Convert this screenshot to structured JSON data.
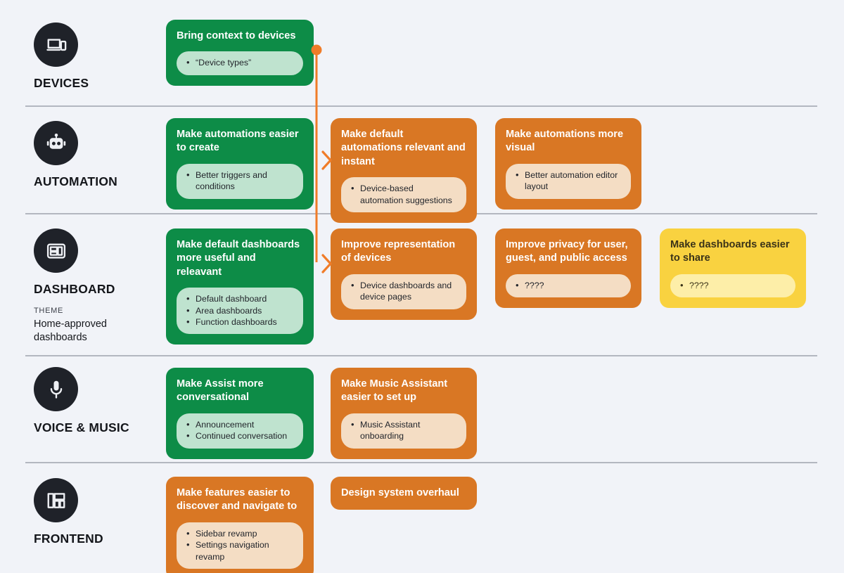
{
  "meta": {
    "background_color": "#f1f3f8",
    "divider_color": "#b3b7c0",
    "colors": {
      "green": "#0d8c47",
      "green_pill": "#bfe3cf",
      "orange": "#d97724",
      "orange_pill": "#f4ddc4",
      "yellow": "#f9d240",
      "yellow_pill": "#fdeea8",
      "icon_circle": "#1f2229",
      "connector": "#f07c28"
    }
  },
  "rows": [
    {
      "id": "devices",
      "label": "DEVICES",
      "icon": "devices-icon",
      "theme": null,
      "cards": [
        {
          "title": "Bring context to devices",
          "color": "green",
          "bullets": [
            "“Device types”"
          ]
        }
      ]
    },
    {
      "id": "automation",
      "label": "AUTOMATION",
      "icon": "robot-icon",
      "theme": null,
      "cards": [
        {
          "title": "Make automations easier to create",
          "color": "green",
          "bullets": [
            "Better triggers and conditions"
          ]
        },
        {
          "title": "Make default automations relevant and instant",
          "color": "orange",
          "bullets": [
            "Device-based automation suggestions"
          ]
        },
        {
          "title": "Make automations more visual",
          "color": "orange",
          "bullets": [
            "Better automation editor layout"
          ]
        }
      ]
    },
    {
      "id": "dashboard",
      "label": "DASHBOARD",
      "icon": "dashboard-icon",
      "theme": {
        "kicker": "THEME",
        "text": "Home-approved dashboards"
      },
      "cards": [
        {
          "title": "Make default dashboards more useful and releavant",
          "color": "green",
          "bullets": [
            "Default dashboard",
            "Area dashboards",
            "Function dashboards"
          ]
        },
        {
          "title": "Improve representation of devices",
          "color": "orange",
          "bullets": [
            "Device dashboards and device pages"
          ]
        },
        {
          "title": "Improve privacy for user, guest, and public access",
          "color": "orange",
          "bullets": [
            "????"
          ]
        },
        {
          "title": "Make dashboards easier to share",
          "color": "yellow",
          "bullets": [
            "????"
          ]
        }
      ]
    },
    {
      "id": "voice-music",
      "label": "VOICE & MUSIC",
      "icon": "microphone-icon",
      "theme": null,
      "cards": [
        {
          "title": "Make Assist more conversational",
          "color": "green",
          "bullets": [
            "Announcement",
            "Continued conversation"
          ]
        },
        {
          "title": "Make Music Assistant easier to set up",
          "color": "orange",
          "bullets": [
            "Music Assistant onboarding"
          ]
        }
      ]
    },
    {
      "id": "frontend",
      "label": "FRONTEND",
      "icon": "layout-icon",
      "theme": null,
      "cards": [
        {
          "title": "Make features easier to discover and navigate to",
          "color": "orange",
          "bullets": [
            "Sidebar revamp",
            "Settings navigation revamp"
          ]
        },
        {
          "title": "Design system overhaul",
          "color": "orange",
          "bullets": []
        }
      ]
    }
  ]
}
